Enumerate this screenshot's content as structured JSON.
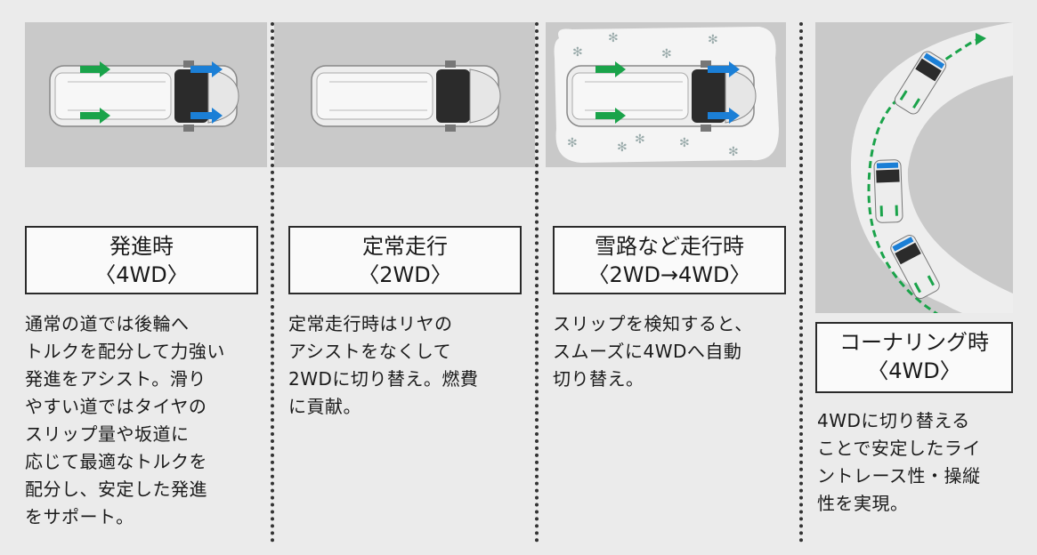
{
  "panels": [
    {
      "title": "発進時",
      "subtitle": "〈4WD〉",
      "lines": [
        "通常の道では後輪へ",
        "トルクを配分して力強い",
        "発進をアシスト。滑り",
        "やすい道ではタイヤの",
        "スリップ量や坂道に",
        "応じて最適なトルクを",
        "配分し、安定した発進",
        "をサポート。"
      ]
    },
    {
      "title": "定常走行",
      "subtitle": "〈2WD〉",
      "lines": [
        "定常走行時はリヤの",
        "アシストをなくして",
        "2WDに切り替え。燃費",
        "に貢献。"
      ]
    },
    {
      "title": "雪路など走行時",
      "subtitle": "〈2WD→4WD〉",
      "lines": [
        "スリップを検知すると、",
        "スムーズに4WDへ自動",
        "切り替え。"
      ]
    },
    {
      "title": "コーナリング時",
      "subtitle": "〈4WD〉",
      "lines": [
        "4WDに切り替える",
        "ことで安定したライ",
        "ントレース性・操縦",
        "性を実現。"
      ]
    }
  ],
  "colors": {
    "background": "#ebebeb",
    "image_bg": "#c9c9c9",
    "green_arrow": "#1aa34a",
    "blue_arrow": "#1b7fd6",
    "border": "#2a2a2a"
  }
}
